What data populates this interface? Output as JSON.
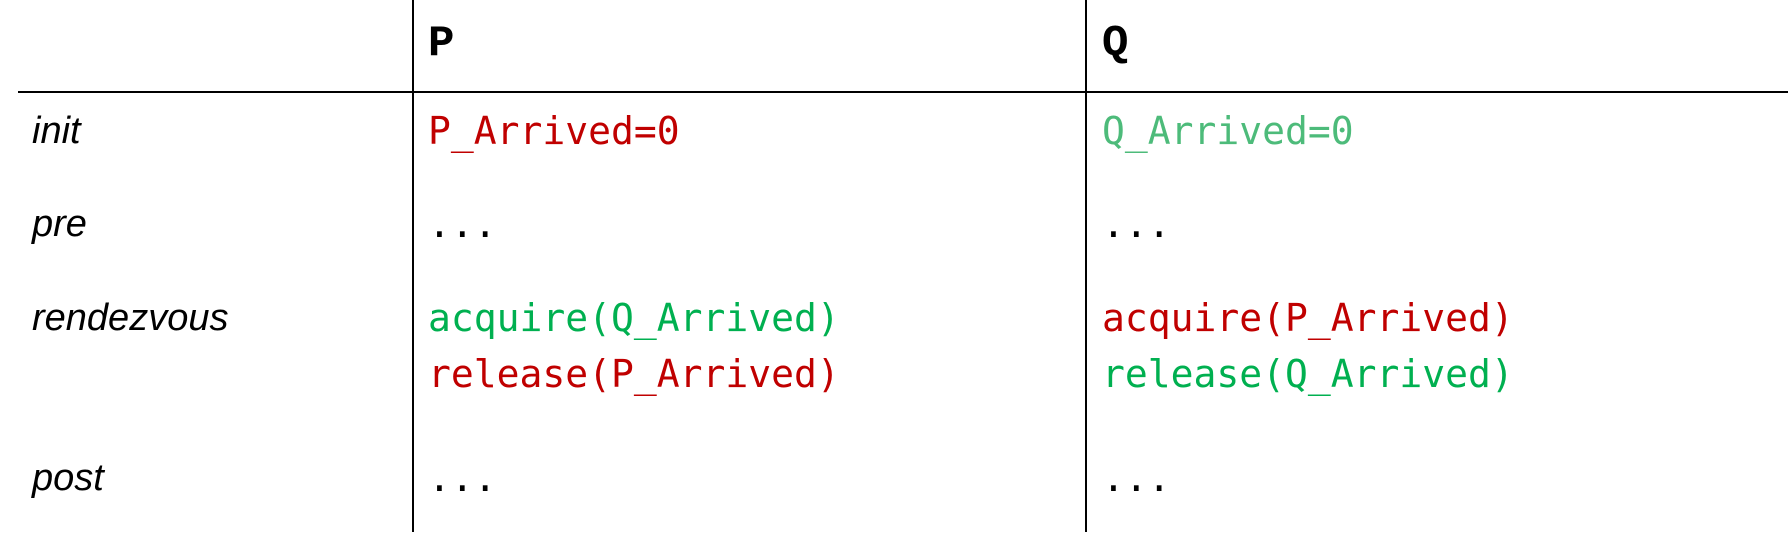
{
  "colors": {
    "red": "#c00000",
    "green": "#00b050",
    "light_green": "#4dbb7a",
    "black": "#000000"
  },
  "table": {
    "headers": [
      "",
      "P",
      "Q"
    ],
    "rows": [
      {
        "label": "init",
        "p": [
          {
            "text": "P_Arrived=0",
            "color": "red"
          }
        ],
        "q": [
          {
            "text": "Q_Arrived=0",
            "color": "light_green"
          }
        ]
      },
      {
        "label": "pre",
        "p": [
          {
            "text": "...",
            "color": "black"
          }
        ],
        "q": [
          {
            "text": "...",
            "color": "black"
          }
        ]
      },
      {
        "label": "rendezvous",
        "p": [
          {
            "text": "acquire(Q_Arrived)",
            "color": "green"
          },
          {
            "text": "release(P_Arrived)",
            "color": "red"
          }
        ],
        "q": [
          {
            "text": "acquire(P_Arrived)",
            "color": "red"
          },
          {
            "text": "release(Q_Arrived)",
            "color": "green"
          }
        ]
      },
      {
        "label": "post",
        "p": [
          {
            "text": "...",
            "color": "black"
          }
        ],
        "q": [
          {
            "text": "...",
            "color": "black"
          }
        ]
      }
    ]
  }
}
